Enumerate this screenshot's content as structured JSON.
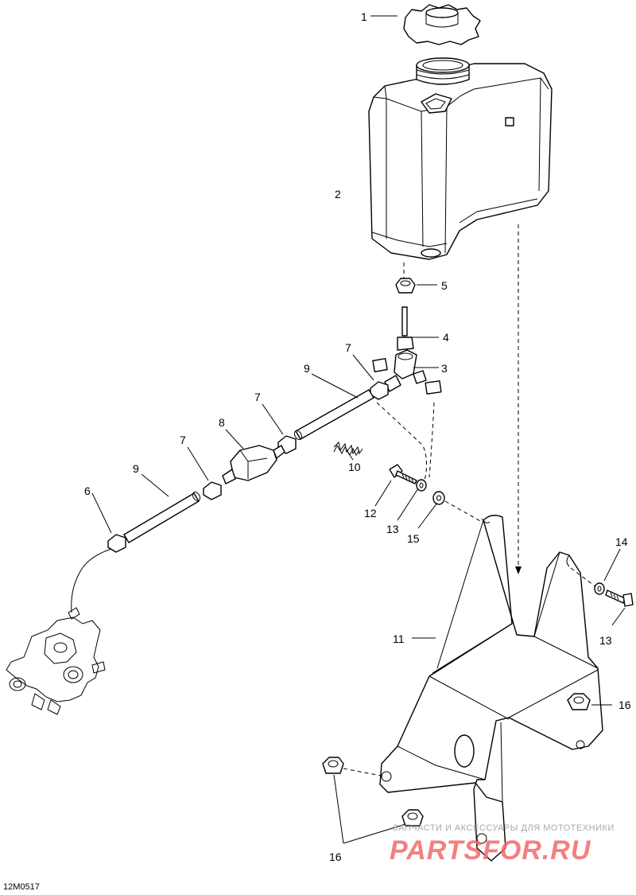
{
  "callouts": [
    {
      "id": "c2",
      "label": "2"
    },
    {
      "id": "c1",
      "label": "1"
    },
    {
      "id": "c5",
      "label": "5"
    },
    {
      "id": "c4",
      "label": "4"
    },
    {
      "id": "c7a",
      "label": "7"
    },
    {
      "id": "c3",
      "label": "3"
    },
    {
      "id": "c9a",
      "label": "9"
    },
    {
      "id": "c7b",
      "label": "7"
    },
    {
      "id": "c8",
      "label": "8"
    },
    {
      "id": "c7c",
      "label": "7"
    },
    {
      "id": "c9b",
      "label": "9"
    },
    {
      "id": "c6",
      "label": "6"
    },
    {
      "id": "c10",
      "label": "10"
    },
    {
      "id": "c12",
      "label": "12"
    },
    {
      "id": "c13a",
      "label": "13"
    },
    {
      "id": "c15",
      "label": "15"
    },
    {
      "id": "c14",
      "label": "14"
    },
    {
      "id": "c13b",
      "label": "13"
    },
    {
      "id": "c11",
      "label": "11"
    },
    {
      "id": "c16a",
      "label": "16"
    },
    {
      "id": "c16b",
      "label": "16"
    }
  ],
  "drawing_code": "12M0517",
  "watermark": {
    "tagline": "ЗАПЧАСТИ И АКСЕССУАРЫ ДЛЯ МОТОТЕХНИКИ",
    "logo": "PARTSFOR.RU"
  }
}
